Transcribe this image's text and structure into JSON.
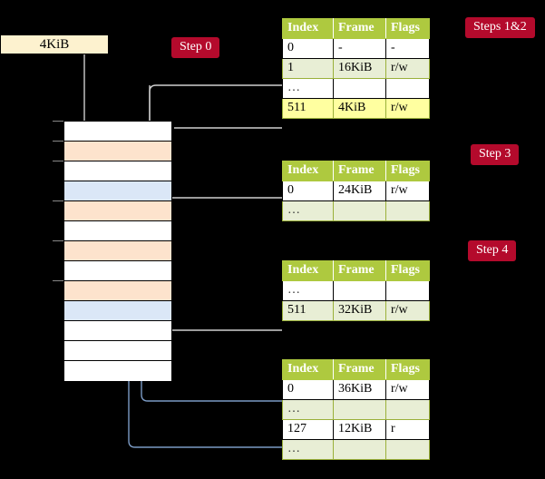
{
  "source_box": {
    "label": "4KiB"
  },
  "badges": [
    {
      "id": "step0",
      "label": "Step 0"
    },
    {
      "id": "step12",
      "label": "Steps 1&2"
    },
    {
      "id": "step3",
      "label": "Step 3"
    },
    {
      "id": "step4",
      "label": "Step 4"
    }
  ],
  "columns": {
    "index": "Index",
    "frame": "Frame",
    "flags": "Flags"
  },
  "tables": [
    {
      "id": "table1",
      "rows": [
        {
          "index": "0",
          "frame": "-",
          "flags": "-",
          "highlight": false
        },
        {
          "index": "1",
          "frame": "16KiB",
          "flags": "r/w",
          "highlight": false
        },
        {
          "index": "…",
          "frame": "",
          "flags": "",
          "highlight": false
        },
        {
          "index": "511",
          "frame": "4KiB",
          "flags": "r/w",
          "highlight": true
        }
      ]
    },
    {
      "id": "table2",
      "rows": [
        {
          "index": "0",
          "frame": "24KiB",
          "flags": "r/w",
          "highlight": false
        },
        {
          "index": "…",
          "frame": "",
          "flags": "",
          "highlight": false
        }
      ]
    },
    {
      "id": "table3",
      "rows": [
        {
          "index": "…",
          "frame": "",
          "flags": "",
          "highlight": false
        },
        {
          "index": "511",
          "frame": "32KiB",
          "flags": "r/w",
          "highlight": false
        }
      ]
    },
    {
      "id": "table4",
      "rows": [
        {
          "index": "0",
          "frame": "36KiB",
          "flags": "r/w",
          "highlight": false
        },
        {
          "index": "…",
          "frame": "",
          "flags": "",
          "highlight": false
        },
        {
          "index": "127",
          "frame": "12KiB",
          "flags": "r",
          "highlight": false
        },
        {
          "index": "…",
          "frame": "",
          "flags": "",
          "highlight": false
        }
      ]
    }
  ],
  "memory_grid": {
    "rows": [
      {
        "fill": "plain"
      },
      {
        "fill": "orange"
      },
      {
        "fill": "plain"
      },
      {
        "fill": "blue"
      },
      {
        "fill": "orange"
      },
      {
        "fill": "plain"
      },
      {
        "fill": "orange"
      },
      {
        "fill": "plain"
      },
      {
        "fill": "orange"
      },
      {
        "fill": "blue"
      },
      {
        "fill": "plain"
      },
      {
        "fill": "plain"
      },
      {
        "fill": "plain"
      }
    ]
  },
  "colors": {
    "background": "#000000",
    "header_green": "#aec93f",
    "row_green": "#e8eed5",
    "badge_red": "#b40a2c",
    "highlight_yellow": "#ffffa0",
    "grid_orange": "#fde3cd",
    "grid_blue": "#dbe7f7",
    "source_cream": "#fdf2cf",
    "wire_grey": "#cfcfcf",
    "wire_blue": "#7b9ac4"
  }
}
